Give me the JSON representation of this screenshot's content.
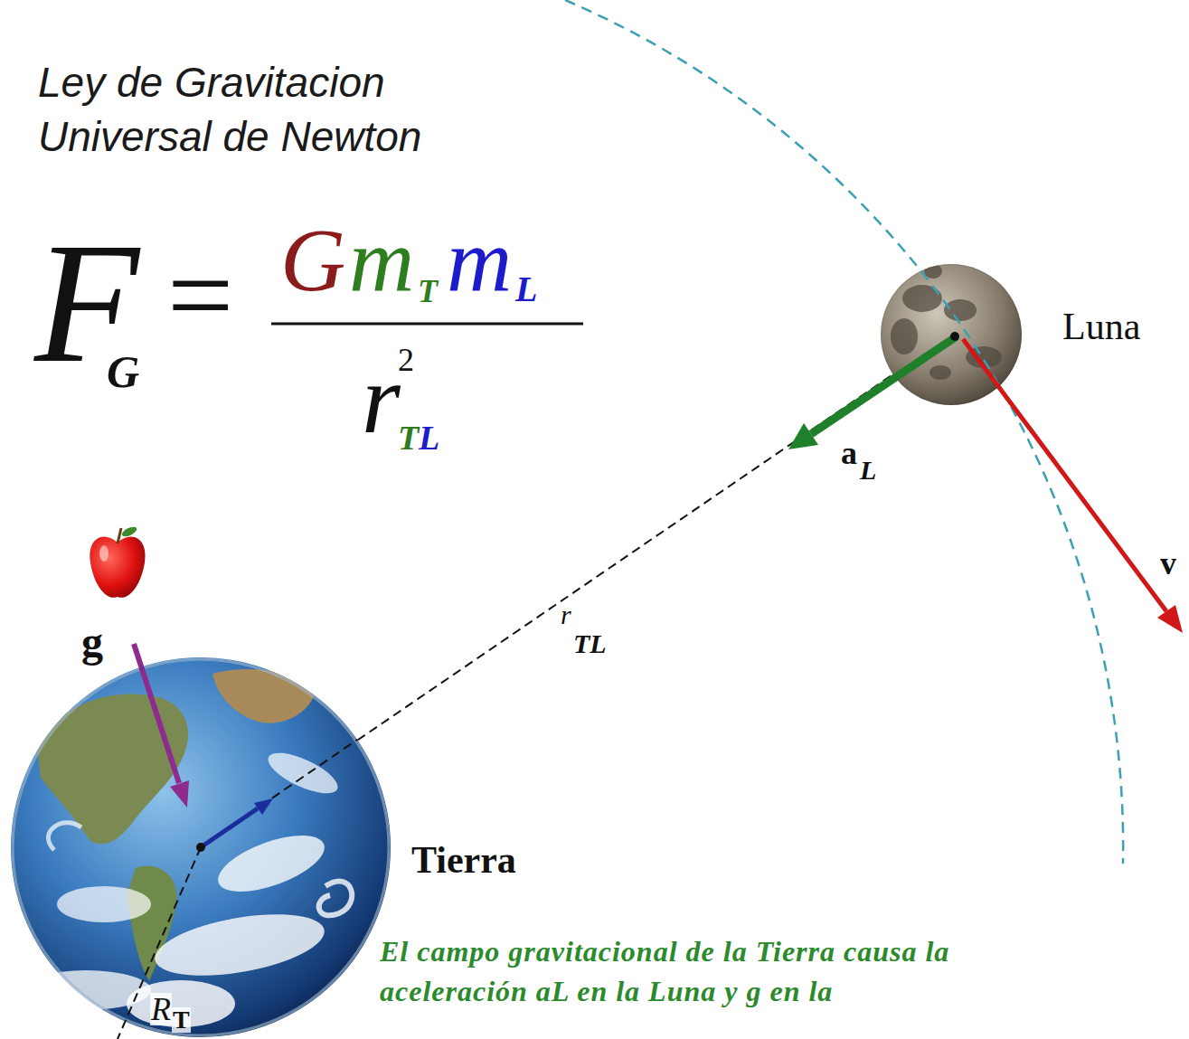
{
  "diagram": {
    "title": "Ley de Gravitacion Universal de Newton",
    "caption": "El campo gravitacional de la Tierra causa la aceleración aL en la Luna y g en la",
    "nodes": [
      {
        "text": [
          "Tierra"
        ]
      },
      {
        "text": [
          "Luna"
        ]
      }
    ],
    "edges": [
      {
        "from": 0,
        "to": 1,
        "arrow": "none"
      }
    ],
    "labels": [
      "F",
      "G",
      "=",
      "G",
      "m",
      "T",
      "m",
      "L",
      "r",
      "2",
      "T",
      "L",
      "a",
      "L",
      "v",
      "g",
      "r",
      "TL",
      "R",
      "T"
    ]
  }
}
